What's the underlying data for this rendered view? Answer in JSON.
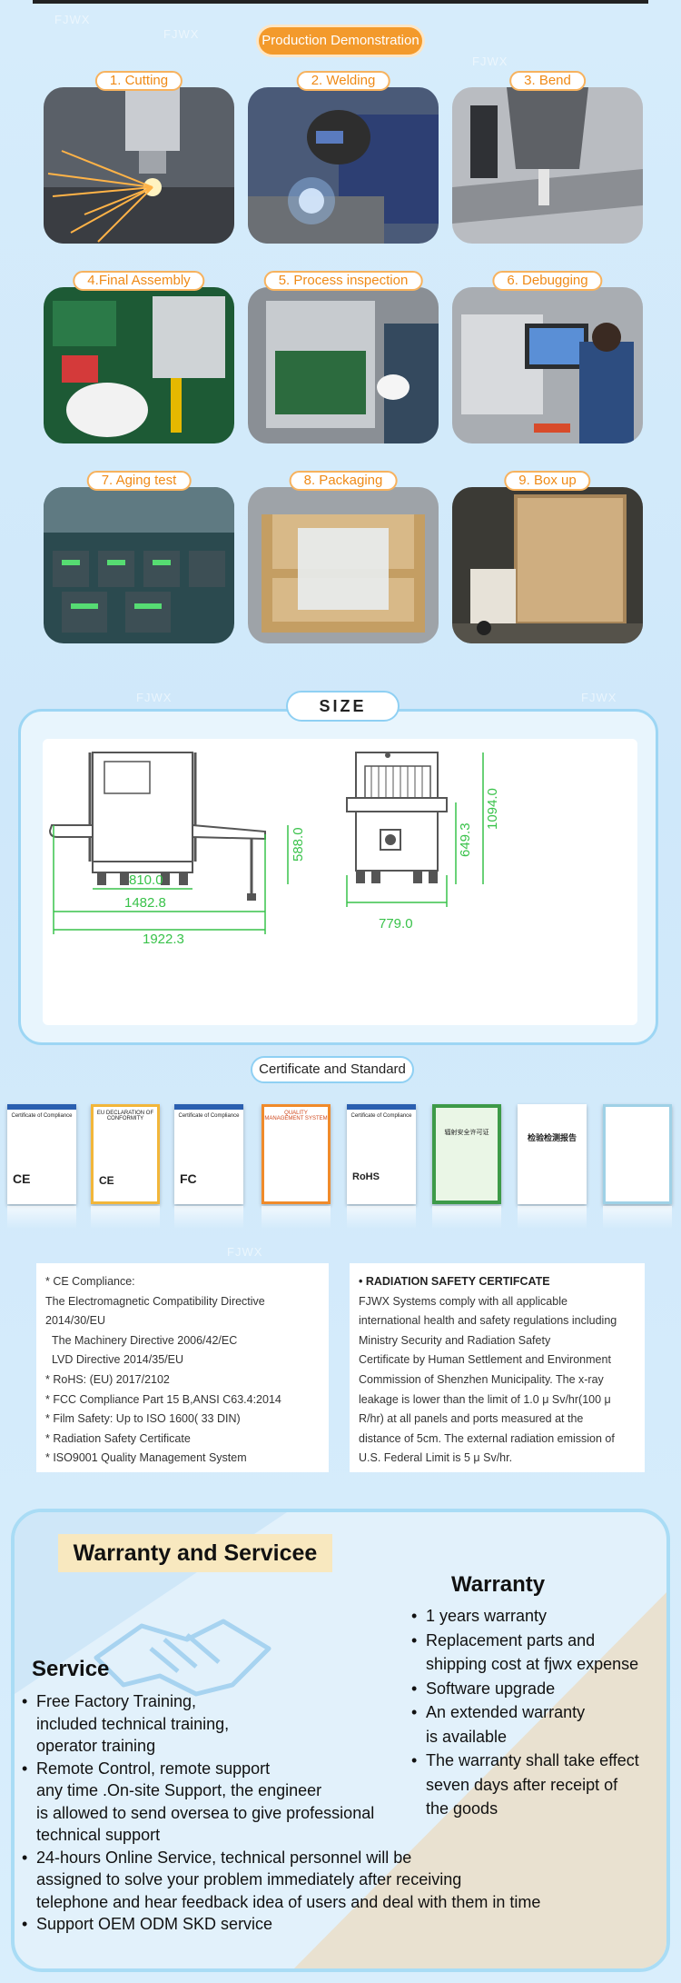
{
  "header": {
    "badge": "Production Demonstration"
  },
  "watermark": "FJWX",
  "steps": [
    {
      "label": "1. Cutting",
      "scene": "laser-cutting"
    },
    {
      "label": "2. Welding",
      "scene": "welding"
    },
    {
      "label": "3. Bend",
      "scene": "bending-machine"
    },
    {
      "label": "4.Final Assembly",
      "scene": "circuit-board-assembly"
    },
    {
      "label": "5. Process inspection",
      "scene": "inspection"
    },
    {
      "label": "6. Debugging",
      "scene": "debugging-workstation"
    },
    {
      "label": "7. Aging test",
      "scene": "aging-test-hall"
    },
    {
      "label": "8. Packaging",
      "scene": "wooden-crate"
    },
    {
      "label": "9. Box up",
      "scene": "forklift-loading"
    }
  ],
  "size": {
    "title": "SIZE",
    "dims": {
      "h1": "588.0",
      "d1": "810.0",
      "d2": "1482.8",
      "d3": "1922.3",
      "h2": "649.3",
      "h3": "1094.0",
      "d4": "779.0"
    },
    "line_color": "#39c24a"
  },
  "certificates": {
    "title": "Certificate and Standard",
    "items": [
      {
        "label": "Certificate of Compliance",
        "mark": "CE"
      },
      {
        "label": "EU DECLARATION OF CONFORMITY",
        "mark": "CE"
      },
      {
        "label": "Certificate of Compliance",
        "mark": "FC"
      },
      {
        "label": "QUALITY MANAGEMENT SYSTEM",
        "mark": ""
      },
      {
        "label": "Certificate of Compliance",
        "mark": "RoHS"
      },
      {
        "label": "辐射安全许可证",
        "mark": ""
      },
      {
        "label": "检验检测报告",
        "mark": ""
      },
      {
        "label": "",
        "mark": ""
      }
    ]
  },
  "compliance": {
    "left_lines": [
      "* CE Compliance:",
      "The Electromagnetic Compatibility Directive",
      "2014/30/EU",
      "  The Machinery Directive 2006/42/EC",
      "  LVD Directive 2014/35/EU",
      "* RoHS: (EU) 2017/2102",
      "* FCC Compliance Part 15 B,ANSI C63.4:2014",
      "* Film Safety: Up to ISO 1600( 33 DIN)",
      "* Radiation Safety Certificate",
      "* ISO9001 Quality Management System"
    ],
    "right_title": "•  RADIATION SAFETY CERTIFCATE",
    "right_lines": [
      "FJWX Systems comply with all applicable",
      "international health and safety regulations including",
      "Ministry Security and Radiation Safety",
      "Certificate by Human Settlement and Environment",
      "Commission of Shenzhen Municipality. The x-ray",
      "leakage is lower than the limit of 1.0 μ Sv/hr(100 μ",
      "R/hr) at all panels and ports measured at the",
      "distance of 5cm. The external radiation emission of",
      "U.S. Federal Limit is 5 μ Sv/hr."
    ]
  },
  "warranty_section": {
    "title": "Warranty and Servicee",
    "warranty_heading": "Warranty",
    "warranty_items": [
      [
        "1 years warranty"
      ],
      [
        "Replacement parts and",
        "shipping cost at fjwx expense"
      ],
      [
        "Software upgrade"
      ],
      [
        "An extended warranty",
        "is available"
      ],
      [
        "The warranty shall take effect",
        "seven days after receipt of",
        "the goods"
      ]
    ],
    "service_heading": "Service",
    "service_items": [
      [
        "Free Factory Training,",
        "included technical training,",
        "operator training"
      ],
      [
        "Remote Control, remote support",
        "any time .On-site Support, the engineer",
        "is allowed to send oversea to give professional",
        "technical support"
      ],
      [
        "24-hours Online Service, technical personnel will be",
        "assigned to solve your problem immediately after receiving",
        "telephone and hear feedback idea of users and deal with them in time"
      ],
      [
        "Support OEM ODM SKD service"
      ]
    ]
  }
}
